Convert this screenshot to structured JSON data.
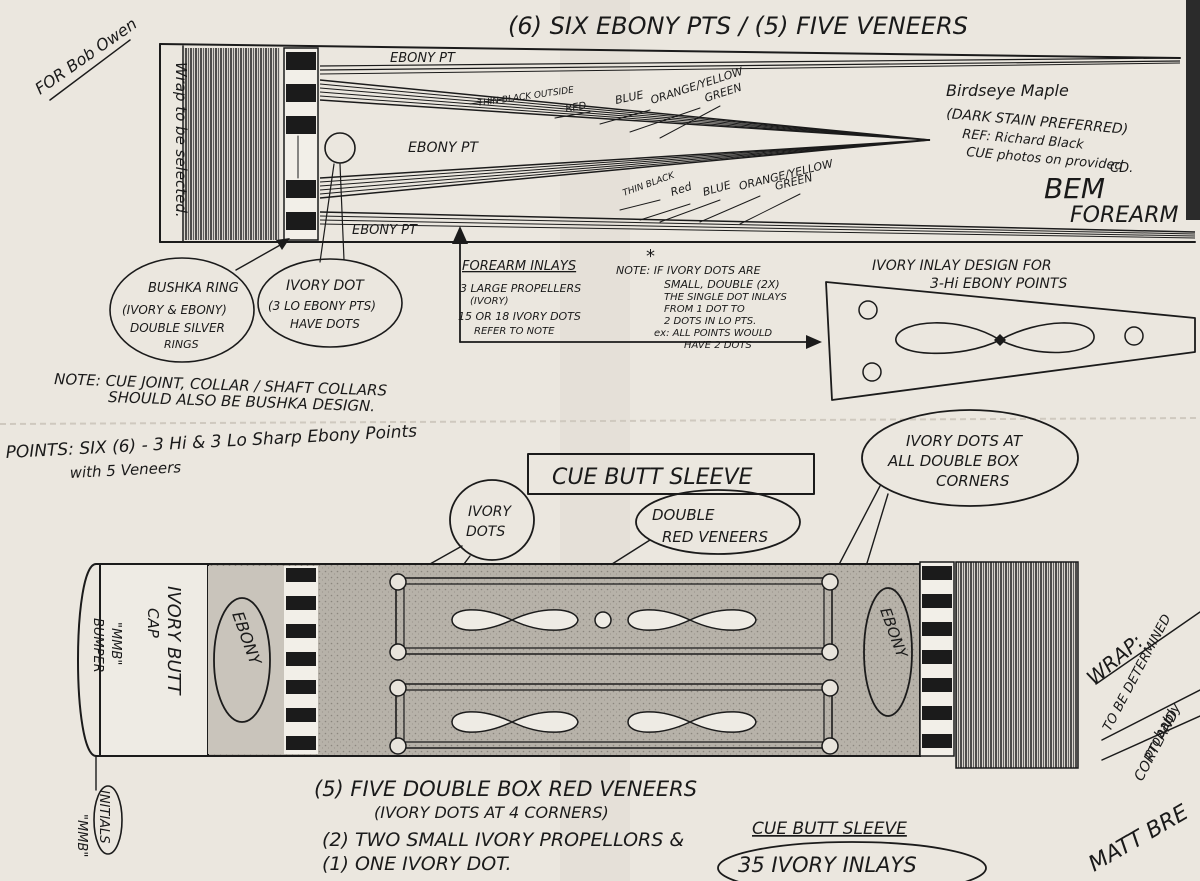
{
  "title": "(6) SIX EBONY PTS / (5) FIVE VENEERS",
  "dedication": "FOR Bob Owen",
  "wrap_label": "Wrap to be selected.",
  "ebony_pt": "EBONY PT",
  "ebony_pt_center": "EBONY PT",
  "ebony_pt_bottom": "EBONY PT",
  "veneers_top": [
    "THIN BLACK OUTSIDE",
    "RED",
    "BLUE",
    "ORANGE/YELLOW",
    "GREEN"
  ],
  "veneers_bottom": [
    "THIN BLACK",
    "Red",
    "BLUE",
    "ORANGE/YELLOW",
    "GREEN"
  ],
  "forearm_wood": [
    "Birdseye Maple",
    "(DARK STAIN PREFERRED)",
    "REF: Richard Black",
    "CUE photos on provided",
    "CD."
  ],
  "bem_forearm": [
    "BEM",
    "FOREARM"
  ],
  "bushka_ring": [
    "BUSHKA RING",
    "(IVORY & EBONY)",
    "DOUBLE SILVER",
    "RINGS"
  ],
  "ivory_dot_note": [
    "IVORY DOT",
    "(3 LO EBONY PTS)",
    "HAVE DOTS"
  ],
  "forearm_inlays": {
    "title": "FOREARM INLAYS",
    "lines": [
      "3 LARGE PROPELLERS",
      "(IVORY)",
      "15 OR 18 IVORY DOTS",
      "REFER TO NOTE"
    ]
  },
  "note": {
    "mark": "*",
    "lines": [
      "NOTE: IF IVORY DOTS ARE",
      "SMALL, DOUBLE (2X)",
      "THE SINGLE DOT INLAYS",
      "FROM 1 DOT TO",
      "2 DOTS IN LO PTS.",
      "ex: ALL POINTS WOULD",
      "HAVE 2 DOTS"
    ]
  },
  "ivory_inlay_design": [
    "IVORY INLAY DESIGN FOR",
    "3-Hi EBONY POINTS"
  ],
  "joint_note": [
    "NOTE: CUE JOINT, COLLAR / SHAFT COLLARS",
    "SHOULD ALSO BE BUSHKA DESIGN."
  ],
  "points": [
    "POINTS: SIX (6) - 3 Hi & 3 Lo Sharp Ebony Points",
    "with 5 Veneers"
  ],
  "cue_butt_sleeve": "CUE BUTT SLEEVE",
  "callouts": {
    "ivory_dots": [
      "IVORY",
      "DOTS"
    ],
    "double_red": [
      "DOUBLE",
      "RED VENEERS"
    ],
    "box_corners": [
      "IVORY DOTS AT",
      "ALL DOUBLE BOX",
      "CORNERS"
    ]
  },
  "sleeve_labels": {
    "ebony_left": "EBONY",
    "ebony_right": "EBONY",
    "butt_cap": [
      "IVORY BUTT",
      "CAP"
    ],
    "bumper": [
      "\"MMB\"",
      "BUMPER"
    ],
    "wrap": "WRAP:",
    "tbd": "TO BE DETERMINED",
    "probably": [
      "probably",
      "CORTLAND"
    ]
  },
  "initials": [
    "INITIALS",
    "\"MMB\""
  ],
  "bottom_notes": [
    "(5) FIVE DOUBLE BOX RED VENEERS",
    "(IVORY DOTS AT 4 CORNERS)",
    "(2) TWO SMALL IVORY PROPELLORS &",
    "(1) ONE IVORY DOT."
  ],
  "cue_butt_sleeve_2": "CUE BUTT SLEEVE",
  "inlay_count": "35 IVORY INLAYS",
  "signature": "MATT BRE",
  "colors": {
    "paper": "#ebe7df",
    "ink": "#1b1b1b",
    "sleeve_fill": "#b9b4ac",
    "purple_ink": "#6a4d7a"
  }
}
